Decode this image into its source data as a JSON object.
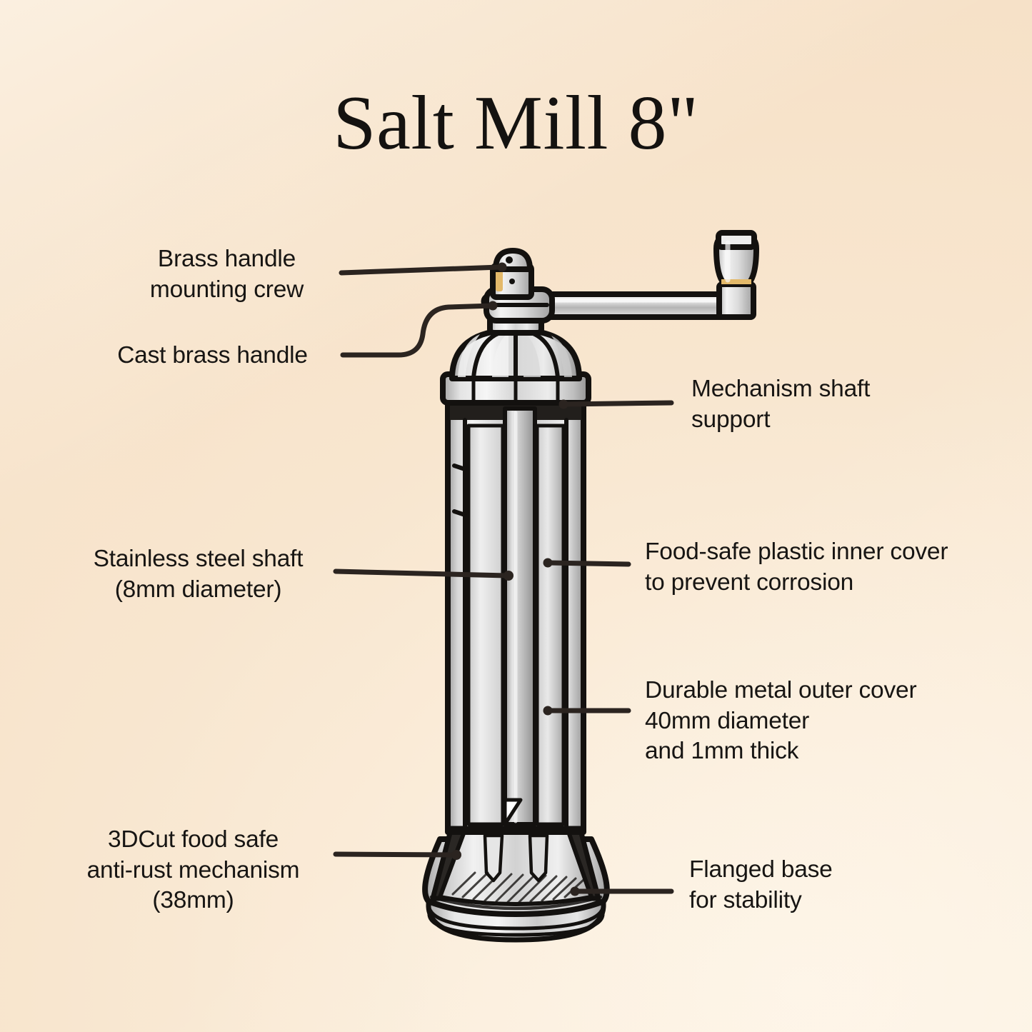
{
  "page": {
    "title": "Salt Mill 8\"",
    "background_top": "#fbeedc",
    "background_bottom": "#f6e0c6",
    "ink": "#171513",
    "metal_light": "#f2f2f2",
    "metal_mid": "#b9b9b9",
    "metal_dark": "#8e8e8e",
    "brass_accent": "#e3b96a"
  },
  "annotations": {
    "left": [
      {
        "id": "brass-handle-mounting-crew",
        "text": "Brass handle\nmounting crew",
        "lines": [
          "Brass handle",
          "mounting crew"
        ],
        "align": "center",
        "side": "left"
      },
      {
        "id": "cast-brass-handle",
        "text": "Cast brass handle",
        "lines": [
          "Cast brass handle"
        ],
        "align": "center",
        "side": "left"
      },
      {
        "id": "stainless-steel-shaft",
        "text": "Stainless steel shaft\n(8mm diameter)",
        "lines": [
          "Stainless steel shaft",
          "(8mm diameter)"
        ],
        "align": "center",
        "side": "left"
      },
      {
        "id": "cut-mechanism",
        "text": "3DCut food safe\nanti-rust mechanism\n(38mm)",
        "lines": [
          "3DCut food safe",
          "anti-rust mechanism",
          "(38mm)"
        ],
        "align": "center",
        "side": "left"
      }
    ],
    "right": [
      {
        "id": "mechanism-shaft-support",
        "text": "Mechanism shaft\nsupport",
        "lines": [
          "Mechanism shaft",
          "support"
        ],
        "align": "left",
        "side": "right"
      },
      {
        "id": "food-safe-plastic-inner-cover",
        "text": "Food-safe plastic inner cover\nto prevent corrosion",
        "lines": [
          "Food-safe plastic inner cover",
          "to prevent corrosion"
        ],
        "align": "left",
        "side": "right"
      },
      {
        "id": "durable-metal-outer-cover",
        "text": "Durable metal outer cover\n40mm diameter\nand 1mm thick",
        "lines": [
          "Durable metal outer cover",
          "40mm diameter",
          "and 1mm thick"
        ],
        "align": "left",
        "side": "right"
      },
      {
        "id": "flanged-base",
        "text": "Flanged base\nfor stability",
        "lines": [
          "Flanged base",
          "for stability"
        ],
        "align": "left",
        "side": "right"
      }
    ]
  },
  "product": {
    "name": "Salt Mill",
    "size": "8\"",
    "parts": [
      "brass handle mounting screw",
      "cast brass crank handle",
      "turned handle knob",
      "fluted dome cap",
      "mechanism shaft support collar",
      "stainless steel shaft",
      "food-safe plastic inner cover",
      "metal outer cover",
      "3DCut grinding mechanism",
      "flanged base"
    ],
    "specs": {
      "shaft_diameter": "8mm",
      "outer_cover_diameter": "40mm",
      "outer_cover_thickness": "1mm",
      "mechanism_size": "38mm",
      "height": "8\""
    }
  }
}
